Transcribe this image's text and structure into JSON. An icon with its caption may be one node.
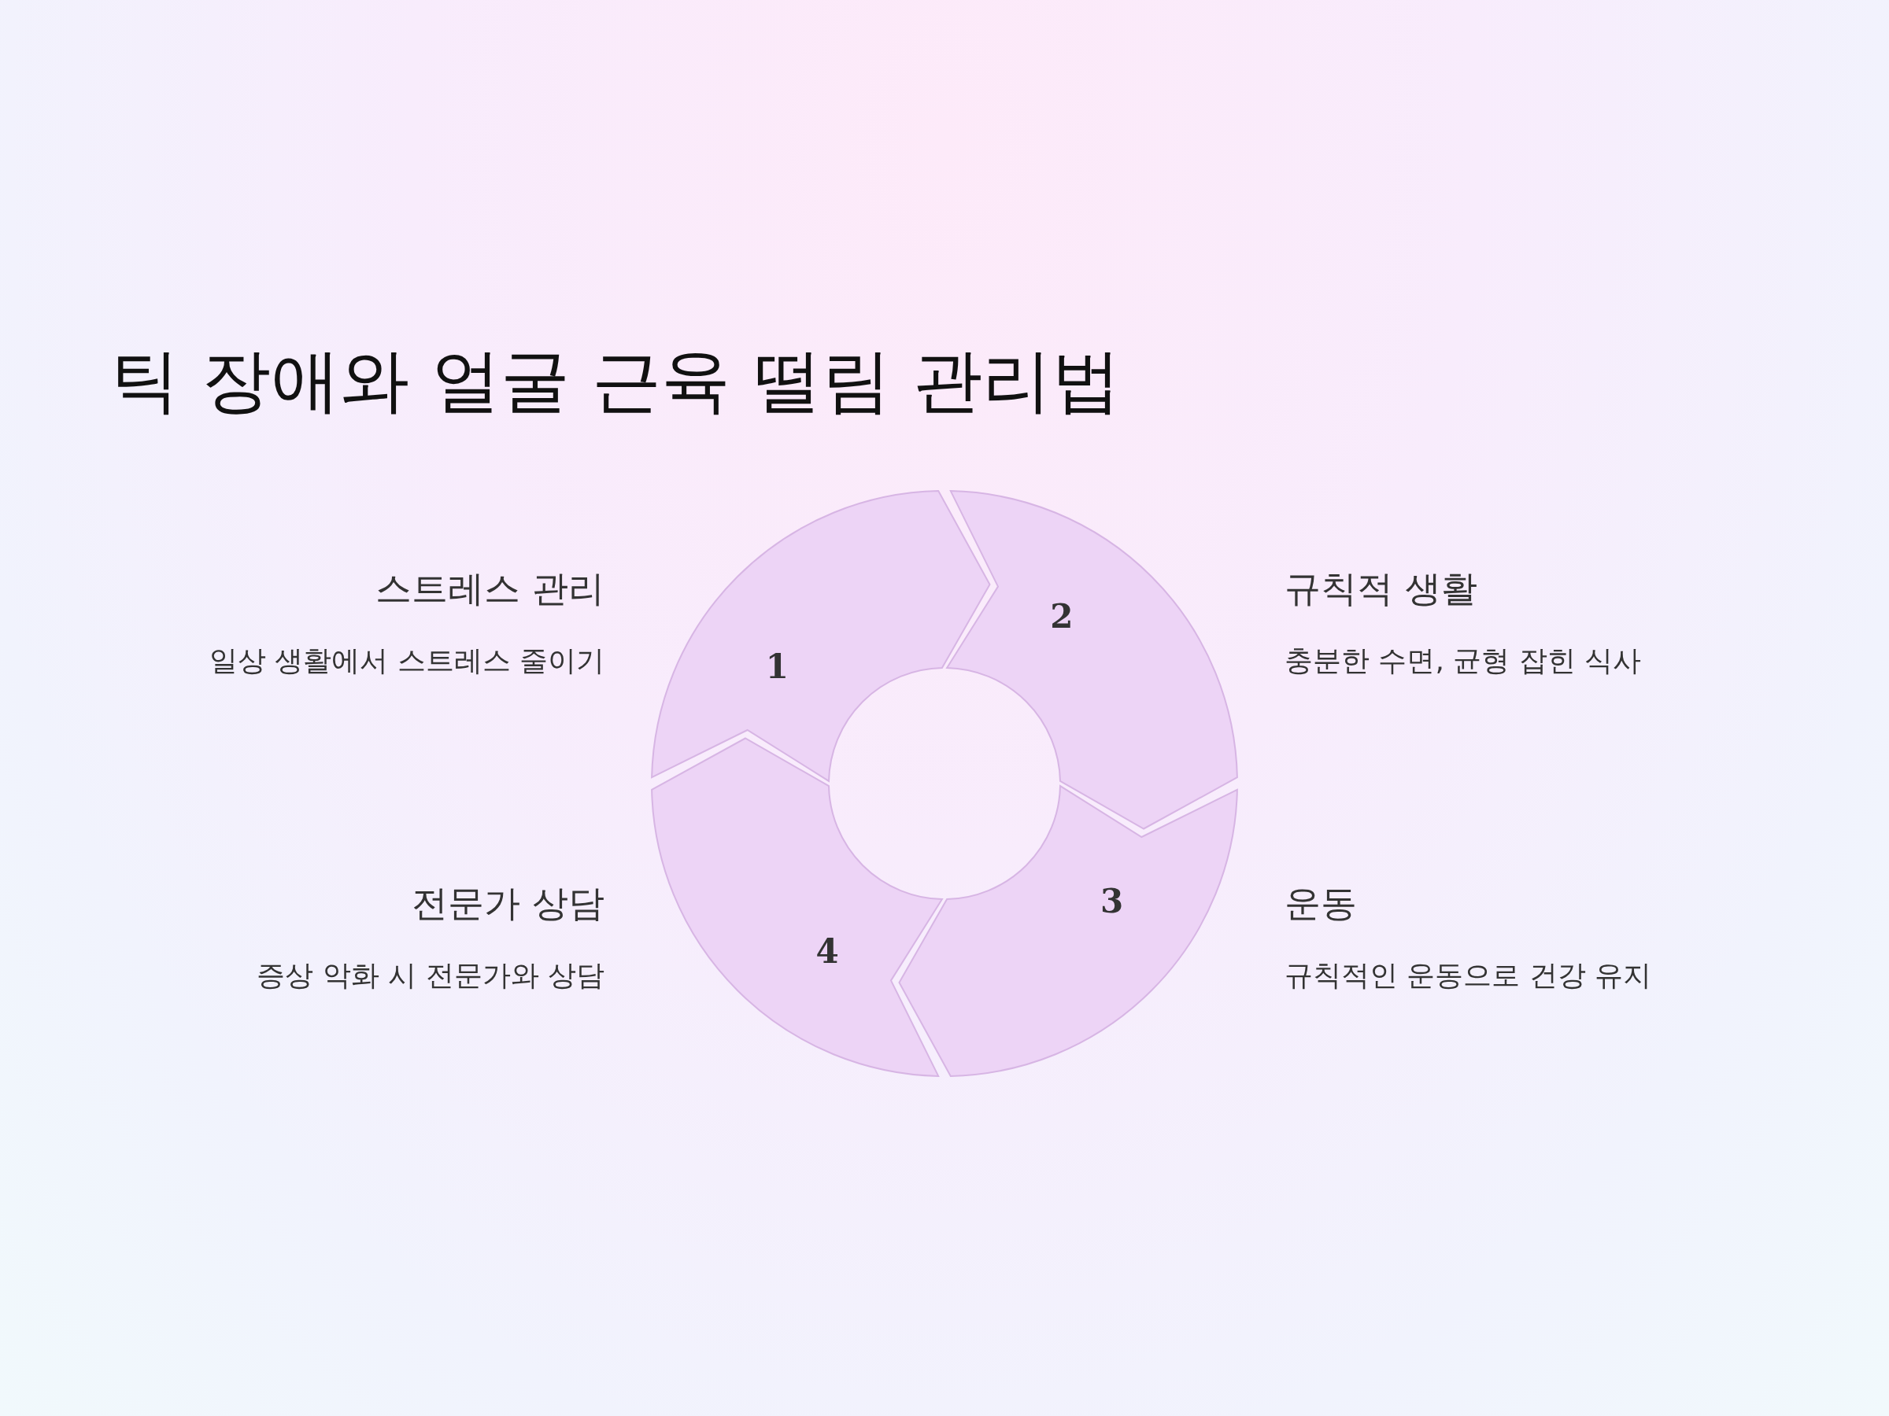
{
  "diagram": {
    "title": "틱 장애와 얼굴 근육 떨림 관리법",
    "nodes": [
      {
        "text": [
          "1"
        ],
        "beside": [
          "스트레스 관리",
          "일상 생활에서 스트레스 줄이기"
        ]
      },
      {
        "text": [
          "2"
        ],
        "beside": [
          "규칙적 생활",
          "충분한 수면, 균형 잡힌 식사"
        ]
      },
      {
        "text": [
          "3"
        ],
        "beside": [
          "운동",
          "규칙적인 운동으로 건강 유지"
        ]
      },
      {
        "text": [
          "4"
        ],
        "beside": [
          "전문가 상담",
          "증상 악화 시 전문가와 상담"
        ]
      }
    ]
  }
}
